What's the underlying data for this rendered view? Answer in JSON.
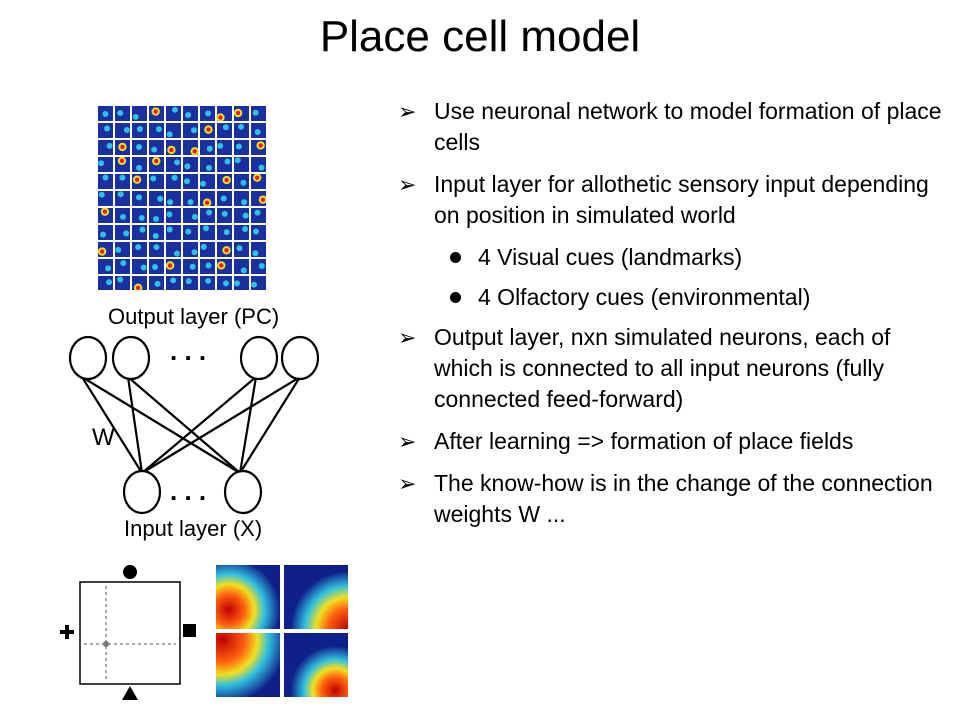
{
  "slide": {
    "title": "Place cell model",
    "bullets": [
      {
        "level": 1,
        "text": "Use neuronal network to model formation of place cells"
      },
      {
        "level": 1,
        "text": "Input layer for allothetic sensory input depending on position in simulated world"
      },
      {
        "level": 2,
        "text": "4 Visual cues (landmarks)"
      },
      {
        "level": 2,
        "text": "4 Olfactory cues (environmental)"
      },
      {
        "level": 1,
        "text": "Output layer, nxn simulated neurons, each of which is connected to all input neurons (fully connected feed-forward)"
      },
      {
        "level": 1,
        "text": "After learning => formation of place fields"
      },
      {
        "level": 1,
        "text": "The know-how is in the change of the connection weights W ..."
      }
    ]
  },
  "figure": {
    "output_label": "Output layer (PC)",
    "input_label": "Input layer (X)",
    "weight_label": "W",
    "ellipsis": ". . .",
    "bullet_marker": "➢",
    "colors": {
      "grid_bg": "#1a2fa0",
      "heat_warm": "#e02010",
      "heat_mid": "#f0e020",
      "heat_cool": "#30c0e0"
    }
  }
}
